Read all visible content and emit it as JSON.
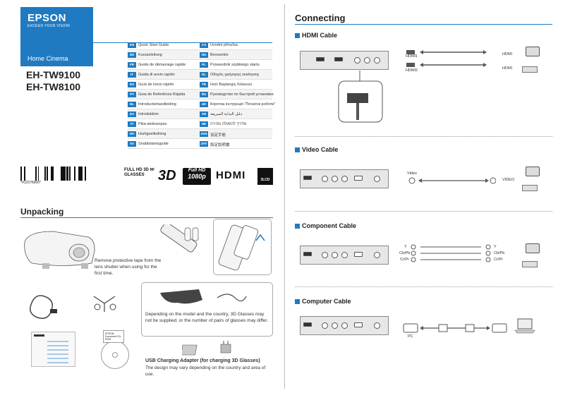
{
  "brand": {
    "name": "EPSON",
    "tagline": "EXCEED YOUR VISION",
    "series": "Home Cinema"
  },
  "models": [
    "EH-TW9100",
    "EH-TW8100"
  ],
  "languages": [
    {
      "code": "EN",
      "text": "Quick Start Guide"
    },
    {
      "code": "CS",
      "text": "Úvodní příručka"
    },
    {
      "code": "DE",
      "text": "Kurzanleitung"
    },
    {
      "code": "HU",
      "text": "Bevezetés"
    },
    {
      "code": "FR",
      "text": "Guide de démarrage rapide"
    },
    {
      "code": "PL",
      "text": "Przewodnik szybkiego startu"
    },
    {
      "code": "IT",
      "text": "Guida di avvio rapido"
    },
    {
      "code": "EL",
      "text": "Οδηγός γρήγορης εκκίνησης"
    },
    {
      "code": "ES",
      "text": "Guía de inicio rápido"
    },
    {
      "code": "TR",
      "text": "Hızlı Başlangıç Kılavuzu"
    },
    {
      "code": "PT",
      "text": "Guia de Referência Rápida"
    },
    {
      "code": "RU",
      "text": "Руководство по быстрой установке"
    },
    {
      "code": "NL",
      "text": "Introductiehandleiding"
    },
    {
      "code": "UK",
      "text": "Коротка інструкція \"Початок роботи\""
    },
    {
      "code": "DA",
      "text": "Introduktion"
    },
    {
      "code": "AR",
      "text": "دليل البداية السريعة"
    },
    {
      "code": "FI",
      "text": "Pika-aloitusopas"
    },
    {
      "code": "HE",
      "text": "מדריך להפעלה מהירה"
    },
    {
      "code": "NO",
      "text": "Hurtigveiledning"
    },
    {
      "code": "ZHS",
      "text": "设定手册"
    },
    {
      "code": "SV",
      "text": "Snabbstartsguide"
    },
    {
      "code": "ZHT",
      "text": "設定說明書"
    }
  ],
  "barcode_number": "*412376600*",
  "logos": {
    "fullhd_3d": "FULL HD 3D",
    "rf": "RF",
    "glasses": "GLASSES",
    "threed": "3D",
    "fullhd": "Full HD",
    "p1080": "1080p",
    "hdmi": "HDMI",
    "thx": "3LCD"
  },
  "unpacking": {
    "title": "Unpacking",
    "tape_note": "Remove protective tape from the lens shutter when using for the first time.",
    "glasses_note": "Depending on the model and the country, 3D Glasses may not be supplied, or the number of pairs of glasses may differ.",
    "usb_title": "USB Charging Adapter (for charging 3D Glasses)",
    "usb_note": "The design may vary depending on the country and area of use.",
    "cd_label": "EPSON Document CD-ROM"
  },
  "connecting": {
    "title": "Connecting",
    "hdmi": {
      "heading": "HDMI Cable",
      "port1": "HDMI1",
      "port2": "HDMI2",
      "out": "HDMI"
    },
    "video": {
      "heading": "Video Cable",
      "in_label": "Video",
      "out_label": "VIDEO"
    },
    "component": {
      "heading": "Component Cable",
      "in": [
        "Y",
        "Cb/Pb",
        "Cr/Pr"
      ],
      "out": [
        "Y",
        "Cb/Pb",
        "Cr/Pr"
      ]
    },
    "computer": {
      "heading": "Computer Cable",
      "pc_label": "PC"
    }
  },
  "colors": {
    "accent": "#1f7ac1"
  }
}
